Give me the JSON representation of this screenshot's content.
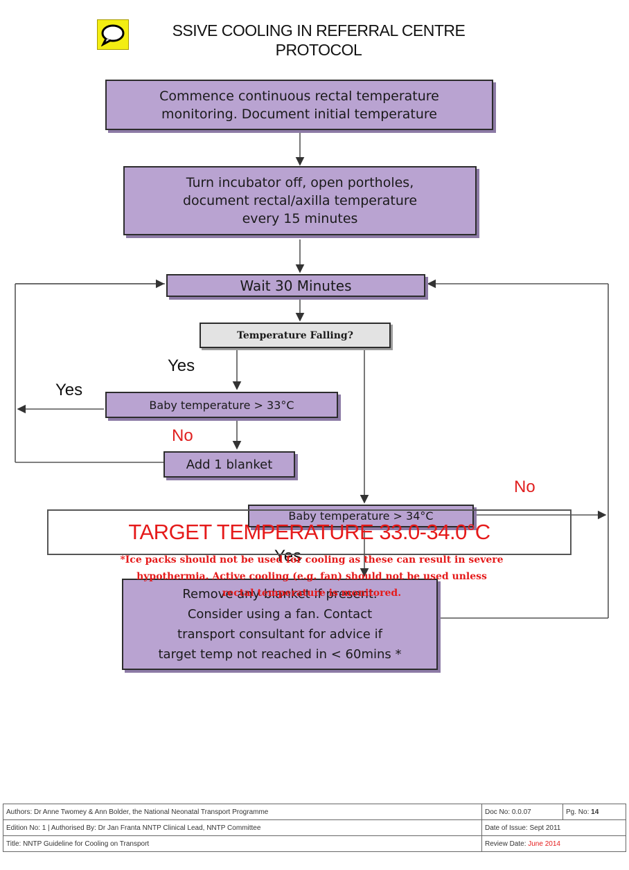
{
  "title": {
    "line1": "SSIVE COOLING IN REFERRAL CENTRE",
    "line2": "PROTOCOL"
  },
  "icons": {
    "comment": "speech-bubble-icon"
  },
  "flowchart": {
    "step1": [
      "Commence continuous rectal temperature",
      "monitoring. Document initial temperature"
    ],
    "step2": [
      "Turn incubator off, open portholes,",
      "document rectal/axilla temperature",
      "every 15 minutes"
    ],
    "wait": "Wait 30 Minutes",
    "decision_falling": "Temperature Falling?",
    "decision_33": "Baby temperature > 33°C",
    "add_blanket": "Add 1 blanket",
    "decision_34": "Baby temperature > 34°C",
    "remove": [
      "Remove any blanket if present.",
      "Consider using a fan. Contact",
      "transport consultant for advice if",
      "target temp not reached in < 60mins *"
    ],
    "labels": {
      "yes_falling": "Yes",
      "yes_33": "Yes",
      "no_33": "No",
      "no_34": "No",
      "yes_34": "Yes"
    }
  },
  "target": "TARGET TEMPERATURE 33.0-34.0°C",
  "note": [
    "*Ice packs should not be used for cooling as these can result in severe",
    "hypothermia. Active cooling (e.g. fan) should not be used unless",
    "rectal temperature is monitored."
  ],
  "footer": {
    "authors": "Authors: Dr Anne Twomey & Ann Bolder, the National Neonatal Transport Programme",
    "doc_no": "Doc No: 0.0.07",
    "pg_no_label": "Pg. No:",
    "pg_no": "14",
    "edition": "Edition No: 1 | Authorised By: Dr Jan Franta NNTP Clinical Lead, NNTP Committee",
    "date_issue": "Date of Issue: Sept 2011",
    "title": "Title: NNTP Guideline for Cooling on Transport",
    "review_label": "Review Date:",
    "review_date": "June 2014"
  },
  "colors": {
    "box_fill": "#b9a3d1",
    "box_border": "#2c2c2c",
    "accent_red": "#e51a1a",
    "icon_yellow": "#f3ee12"
  }
}
